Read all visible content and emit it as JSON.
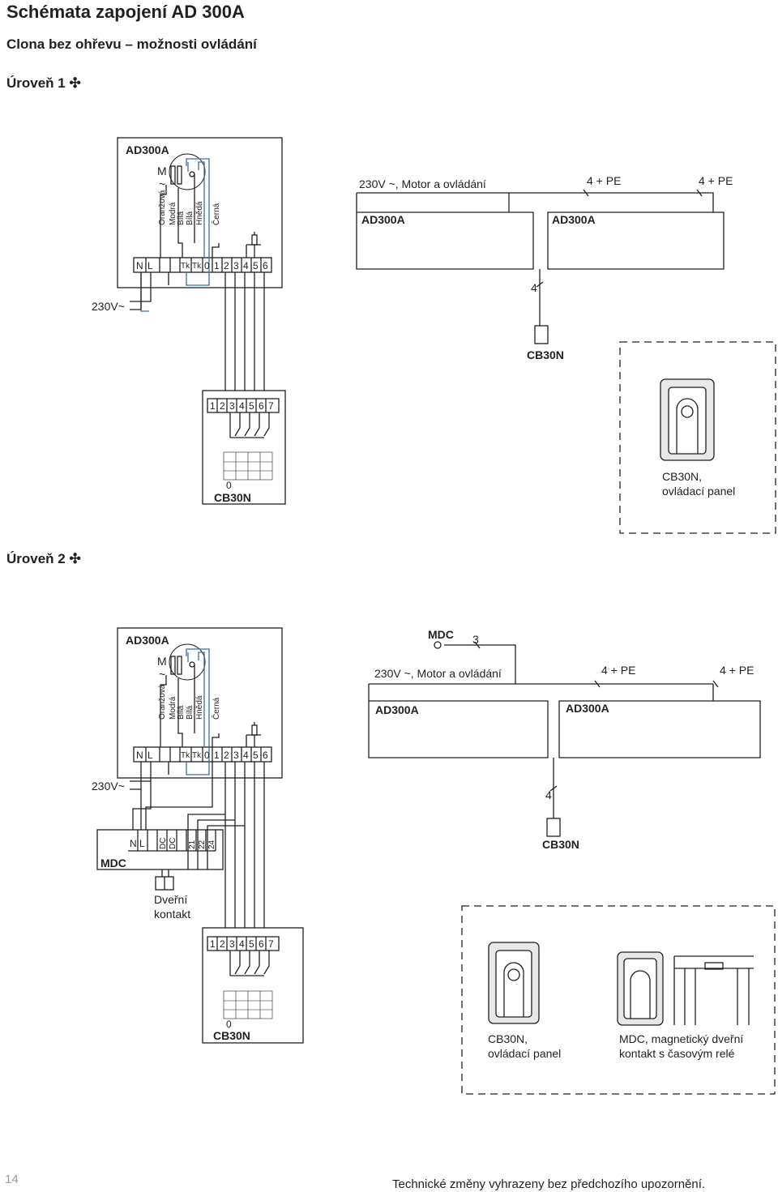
{
  "page": {
    "title": "Schémata zapojení AD 300A",
    "subtitle": "Clona bez ohřevu – možnosti ovládání",
    "page_number": "14",
    "footer": "Technické změny vyhrazeny bez předchozího upozornění."
  },
  "level1": {
    "heading": "Úroveň 1",
    "unit_title": "AD300A",
    "motor_symbol": "M",
    "motor_tilde": "~",
    "wires": [
      "Oranžová",
      "Modrá",
      "Bílá",
      "Bílá",
      "Hnědá",
      "Černá"
    ],
    "terminals_left": [
      "N",
      "L"
    ],
    "terminals_tk": [
      "Tk",
      "Tk"
    ],
    "terminals_num": [
      "0",
      "1",
      "2",
      "3",
      "4",
      "5",
      "6"
    ],
    "supply": "230V~",
    "schematic": {
      "supply_label": "230V ~, Motor a ovládání",
      "conn1": "4 + PE",
      "conn2": "4 + PE",
      "box1": "AD300A",
      "box2": "AD300A",
      "cable": "4",
      "controller": "CB30N"
    },
    "controller": {
      "terminals": [
        "1",
        "2",
        "3",
        "4",
        "5",
        "6",
        "7"
      ],
      "zero": "0",
      "name": "CB30N"
    },
    "photo_caption": [
      "CB30N,",
      "ovládací panel"
    ]
  },
  "level2": {
    "heading": "Úroveň 2",
    "unit_title": "AD300A",
    "motor_symbol": "M",
    "motor_tilde": "~",
    "wires": [
      "Oranžová",
      "Modrá",
      "Bílá",
      "Bílá",
      "Hnědá",
      "Černá"
    ],
    "terminals_left": [
      "N",
      "L"
    ],
    "terminals_tk": [
      "Tk",
      "Tk"
    ],
    "terminals_num": [
      "0",
      "1",
      "2",
      "3",
      "4",
      "5",
      "6"
    ],
    "supply": "230V~",
    "mdc": {
      "name": "MDC",
      "terminals_left": [
        "N",
        "L"
      ],
      "terminals_dc": [
        "DC",
        "DC"
      ],
      "terminals_num": [
        "21",
        "22",
        "24"
      ],
      "door_contact": [
        "Dveřní",
        "kontakt"
      ]
    },
    "schematic": {
      "mdc_label": "MDC",
      "mdc_cable": "3",
      "supply_label": "230V ~, Motor a ovládání",
      "conn1": "4 + PE",
      "conn2": "4 + PE",
      "box1": "AD300A",
      "box2": "AD300A",
      "cable": "4",
      "controller": "CB30N"
    },
    "controller": {
      "terminals": [
        "1",
        "2",
        "3",
        "4",
        "5",
        "6",
        "7"
      ],
      "zero": "0",
      "name": "CB30N"
    },
    "photo_caption_1": [
      "CB30N,",
      "ovládací panel"
    ],
    "photo_caption_2": [
      "MDC, magnetický dveřní",
      "kontakt s časovým relé"
    ]
  },
  "colors": {
    "ink": "#231f20",
    "blue_wire": "#3a6ea8",
    "panel_gray": "#e8e8e8"
  }
}
